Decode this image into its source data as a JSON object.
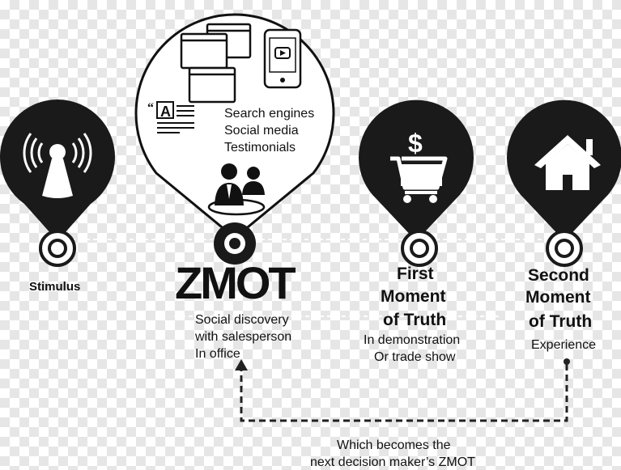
{
  "stages": {
    "stimulus": {
      "label": "Stimulus",
      "icon": "broadcast-antenna-icon"
    },
    "zmot": {
      "label": "ZMOT",
      "channels": [
        "Search engines",
        "Social media",
        "Testimonials"
      ],
      "details": [
        "Social discovery",
        "with salesperson",
        "In office"
      ],
      "icons": [
        "browser-windows-icon",
        "smartphone-video-icon",
        "article-icon",
        "people-icon"
      ]
    },
    "first_moment": {
      "title_lines": [
        "First",
        "Moment",
        "of Truth"
      ],
      "details": [
        "In demonstration",
        "Or trade show"
      ],
      "icon": "shopping-cart-dollar-icon"
    },
    "second_moment": {
      "title_lines": [
        "Second",
        "Moment",
        "of Truth"
      ],
      "details": [
        "Experience"
      ],
      "icon": "house-icon"
    }
  },
  "loop_caption": [
    "Which becomes the",
    "next decision maker’s ZMOT"
  ],
  "colors": {
    "pin": "#1a1a1a",
    "line": "#222222",
    "dashed": "#ffffff"
  }
}
